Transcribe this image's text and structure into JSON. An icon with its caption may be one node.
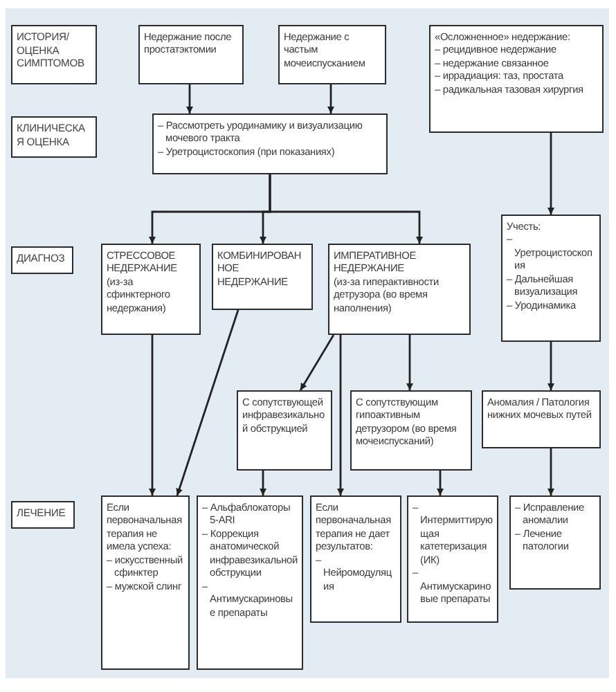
{
  "diagram": {
    "nodes": [
      {
        "text": [
          "ИСТОРИЯ/ ОЦЕНКА СИМПТОМОВ"
        ]
      },
      {
        "text": [
          "Недержание после простатэктомии"
        ]
      },
      {
        "text": [
          "Недержание с частым мочеиспусканием"
        ]
      },
      {
        "text": [
          "«Осложненное» недержание:",
          "– рецидивное недержание",
          "– недержание связанное",
          "– иррадиация: таз, простата",
          "– радикальная тазовая хирургия"
        ]
      },
      {
        "text": [
          "КЛИНИЧЕСКАЯ ОЦЕНКА"
        ]
      },
      {
        "text": [
          "– Рассмотреть уродинамику и визуализацию мочевого тракта",
          "– Уретроцистоскопия (при показаниях)"
        ]
      },
      {
        "text": [
          "ДИАГНОЗ"
        ]
      },
      {
        "text": [
          "СТРЕССОВОЕ НЕДЕРЖАНИЕ",
          "(из-за сфинктерного недержания)"
        ]
      },
      {
        "text": [
          "КОМБИНИРОВАННОЕ НЕДЕРЖАНИЕ"
        ]
      },
      {
        "text": [
          "ИМПЕРАТИВНОЕ НЕДЕРЖАНИЕ",
          "(из-за гиперактивности детрузора (во время наполнения)"
        ]
      },
      {
        "text": [
          "Учесть:",
          "– Уретроцистоскопия",
          "– Дальнейшая визуализация",
          "– Уродинамика"
        ]
      },
      {
        "text": [
          "С сопутствующей инфравезикальной обструкцией"
        ]
      },
      {
        "text": [
          "С сопутствующим гипоактивным детрузором (во время мочеиспусканий)"
        ]
      },
      {
        "text": [
          "Аномалия / Патология нижних мочевых путей"
        ]
      },
      {
        "text": [
          "ЛЕЧЕНИЕ"
        ]
      },
      {
        "text": [
          "Если первоначальная терапия не имела успеха:",
          "– искусственный сфинктер",
          "– мужской слинг"
        ]
      },
      {
        "text": [
          "– Альфаблокаторы 5-ARI",
          "– Коррекция анатомической инфравезикальной обструкции",
          "– Антимускариновые препараты"
        ]
      },
      {
        "text": [
          "Если первоначальная терапия не дает результатов:",
          "– Нейромодуляция"
        ]
      },
      {
        "text": [
          "– Интермиттирующая катетеризация (ИК)",
          "– Антимускариновые препараты"
        ]
      },
      {
        "text": [
          "– Исправление аномалии",
          "– Лечение патологии"
        ]
      }
    ],
    "edges": [
      {
        "from": 1,
        "to": 5,
        "arrow": "to"
      },
      {
        "from": 2,
        "to": 5,
        "arrow": "to"
      },
      {
        "from": 5,
        "to": 7,
        "arrow": "to"
      },
      {
        "from": 5,
        "to": 8,
        "arrow": "to"
      },
      {
        "from": 5,
        "to": 9,
        "arrow": "to"
      },
      {
        "from": 3,
        "to": 10,
        "arrow": "to"
      },
      {
        "from": 7,
        "to": 15,
        "arrow": "to"
      },
      {
        "from": 8,
        "to": 15,
        "arrow": "to"
      },
      {
        "from": 9,
        "to": 11,
        "arrow": "to"
      },
      {
        "from": 9,
        "to": 17,
        "arrow": "to"
      },
      {
        "from": 9,
        "to": 12,
        "arrow": "to"
      },
      {
        "from": 11,
        "to": 16,
        "arrow": "to"
      },
      {
        "from": 12,
        "to": 18,
        "arrow": "to"
      },
      {
        "from": 10,
        "to": 13,
        "arrow": "to"
      },
      {
        "from": 13,
        "to": 19,
        "arrow": "to"
      }
    ]
  }
}
